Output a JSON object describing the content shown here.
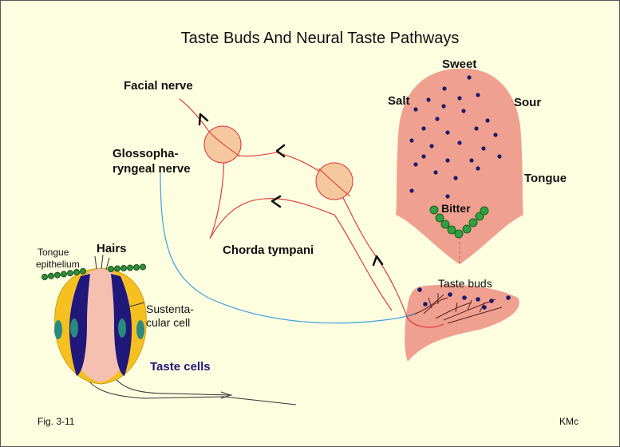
{
  "title": "Taste Buds And Neural Taste Pathways",
  "labels": {
    "facial_nerve": "Facial nerve",
    "glosso_line1": "Glossopha-",
    "glosso_line2": "ryngeal nerve",
    "chorda": "Chorda tympani",
    "sweet": "Sweet",
    "salt": "Salt",
    "sour": "Sour",
    "tongue": "Tongue",
    "bitter": "Bitter",
    "taste_buds": "Taste buds",
    "hairs": "Hairs",
    "epithelium_line1": "Tongue",
    "epithelium_line2": "epithelium",
    "sustent_line1": "Sustenta-",
    "sustent_line2": "cular cell",
    "taste_cells": "Taste cells",
    "fig": "Fig. 3-11",
    "author": "KMc"
  },
  "colors": {
    "background": "#fdfde0",
    "tongue": "#f0a090",
    "papilla_dots": "#1a1a6e",
    "nerve_red": "#e03030",
    "glosso_blue": "#40a0e0",
    "ganglion": "#f5c8a0",
    "bud_outer": "#f5c020",
    "bud_inner": "#f5c0b0",
    "taste_cell": "#20187a",
    "nucleus": "#2a8a80",
    "bitter_beads": "#30a040",
    "taste_cells_label": "#20187a"
  }
}
